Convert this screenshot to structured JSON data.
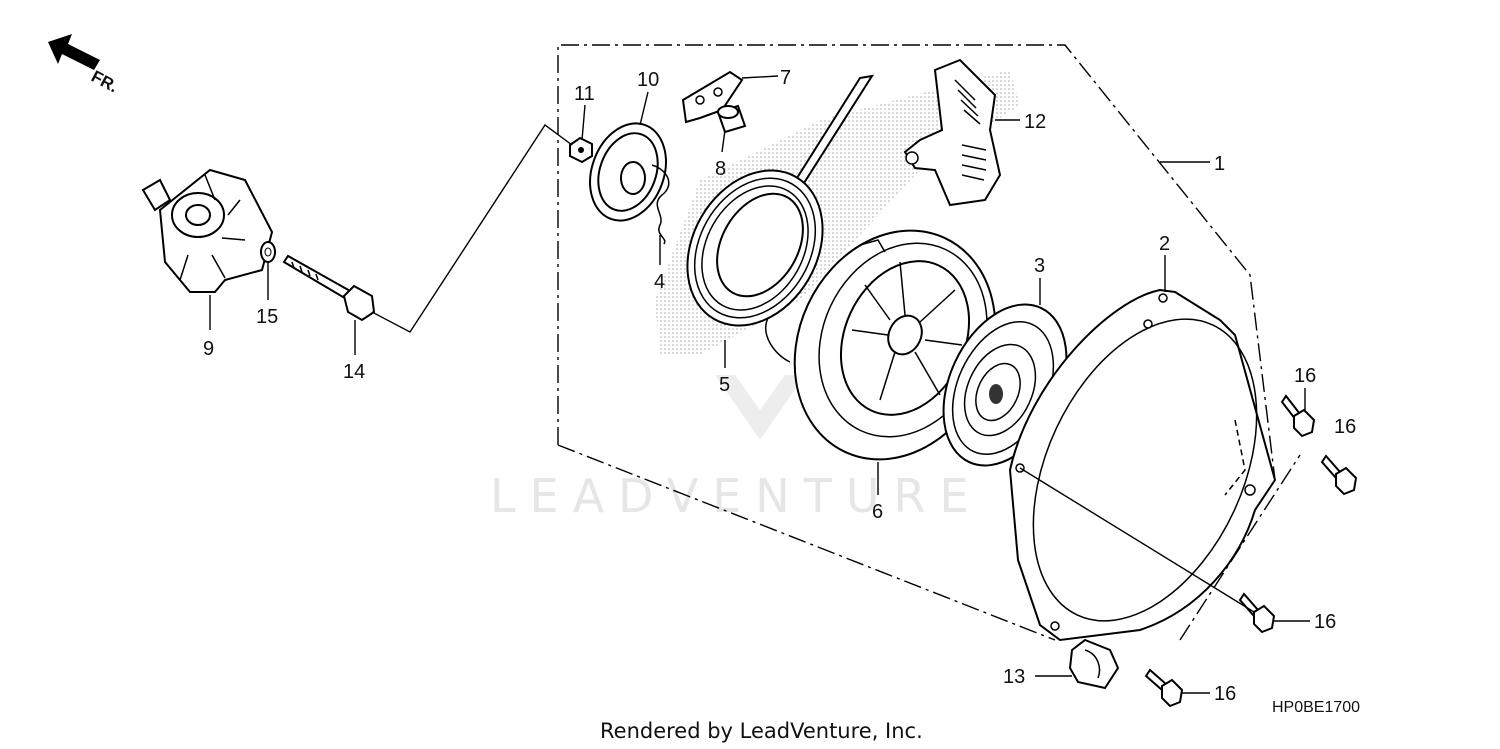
{
  "direction_label": "FR.",
  "watermark": "LEADVENTURE",
  "diagram_code": "HP0BE1700",
  "footer": "Rendered by LeadVenture, Inc.",
  "callouts": {
    "c1": "1",
    "c2": "2",
    "c3": "3",
    "c4": "4",
    "c5": "5",
    "c6": "6",
    "c7": "7",
    "c8": "8",
    "c9": "9",
    "c10": "10",
    "c11": "11",
    "c12": "12",
    "c13": "13",
    "c14": "14",
    "c15": "15",
    "c16a": "16",
    "c16b": "16",
    "c16c": "16",
    "c16d": "16"
  },
  "colors": {
    "line": "#000000",
    "stipple": "#bdbdbd",
    "watermark": "#e6e6e6"
  }
}
